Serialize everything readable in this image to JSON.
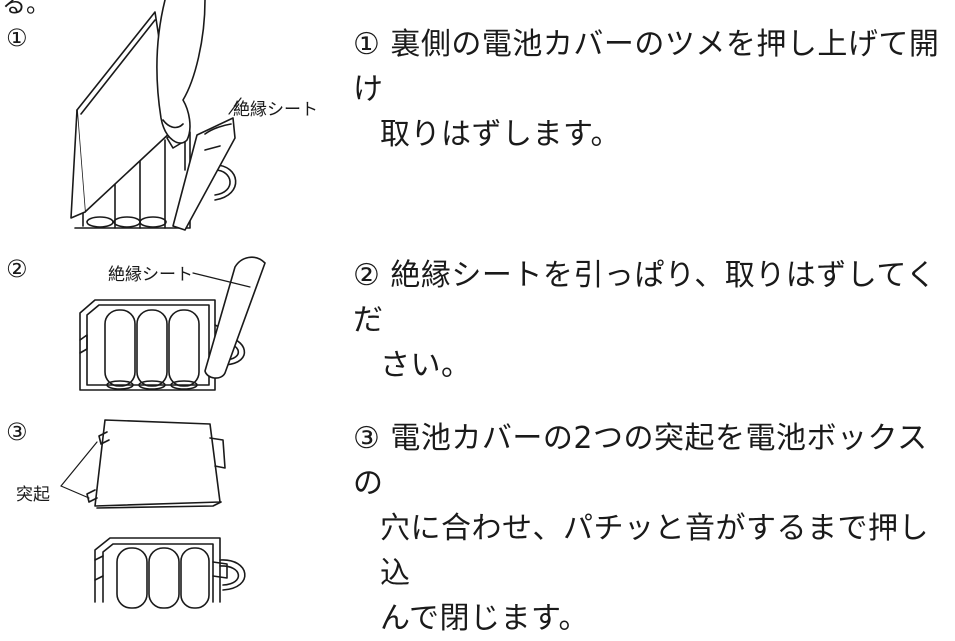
{
  "header_fragment": "る。",
  "steps": [
    {
      "marker": "①",
      "text_line1": "① 裏側の電池カバーのツメを押し上げて開け",
      "text_line2": "取りはずします。",
      "callout": "絶縁シート"
    },
    {
      "marker": "②",
      "text_line1": "② 絶縁シートを引っぱり、取りはずしてくだ",
      "text_line2": "さい。",
      "callout": "絶縁シート"
    },
    {
      "marker": "③",
      "text_line1": "③ 電池カバーの2つの突起を電池ボックスの",
      "text_line2": "穴に合わせ、パチッと音がするまで押し込",
      "text_line3": "んで閉じます。",
      "callout": "突起"
    }
  ]
}
